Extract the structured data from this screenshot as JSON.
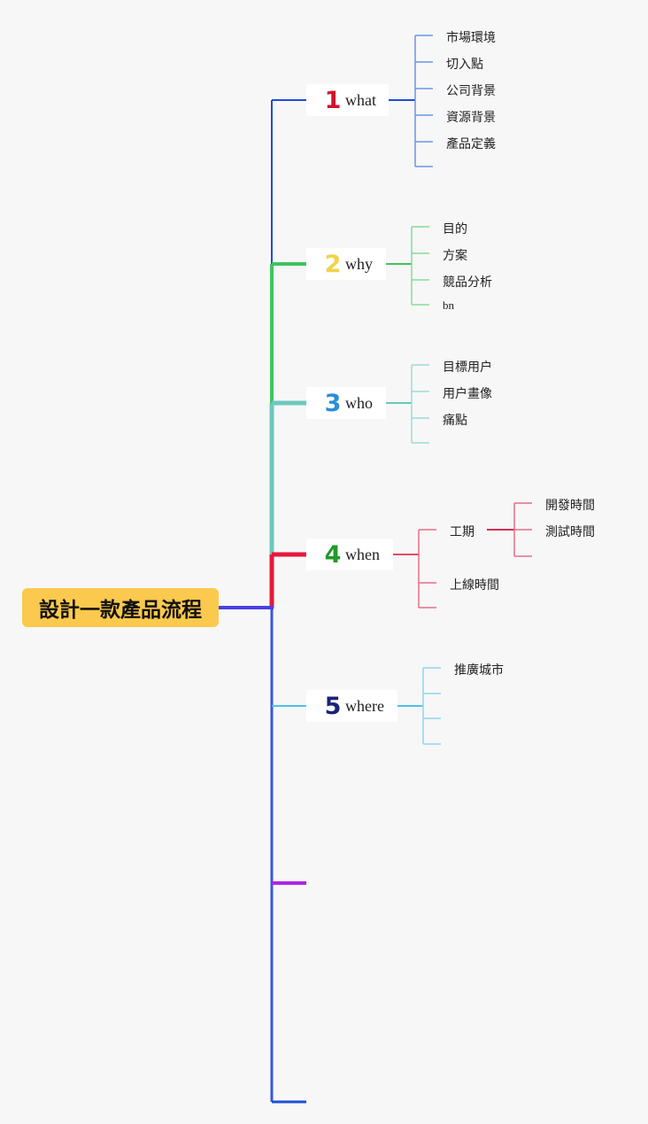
{
  "root": {
    "label": "設計一款產品流程"
  },
  "branches": [
    {
      "num": "1",
      "label": "what",
      "num_color": "#d0142c",
      "line_color": "#1c4fd8",
      "children": [
        "市場環境",
        "切入點",
        "公司背景",
        "資源背景",
        "產品定義",
        ""
      ]
    },
    {
      "num": "2",
      "label": "why",
      "num_color": "#f2d24a",
      "line_color": "#41c35e",
      "children": [
        "目的",
        "方案",
        "競品分析",
        "bn"
      ]
    },
    {
      "num": "3",
      "label": "who",
      "num_color": "#2a8fd6",
      "line_color": "#6cc8bd",
      "children": [
        "目標用户",
        "用户畫像",
        "痛點",
        ""
      ]
    },
    {
      "num": "4",
      "label": "when",
      "num_color": "#1f9a2b",
      "line_color": "#e8173c",
      "children": [
        {
          "label": "工期",
          "children": [
            "開發時間",
            "測試時間",
            ""
          ]
        },
        {
          "label": "上線時間"
        },
        {
          "label": ""
        }
      ]
    },
    {
      "num": "5",
      "label": "where",
      "num_color": "#1a2378",
      "line_color": "#4cc3ea",
      "children": [
        "推廣城市",
        "",
        "",
        ""
      ]
    },
    {
      "label": "",
      "line_color": "#b123e6"
    },
    {
      "label": "",
      "line_color": "#1c4fd8"
    }
  ],
  "colors": {
    "background": "#f7f7f7",
    "root_bg": "#fbc94d",
    "root_connector": "#4a3fe8"
  }
}
